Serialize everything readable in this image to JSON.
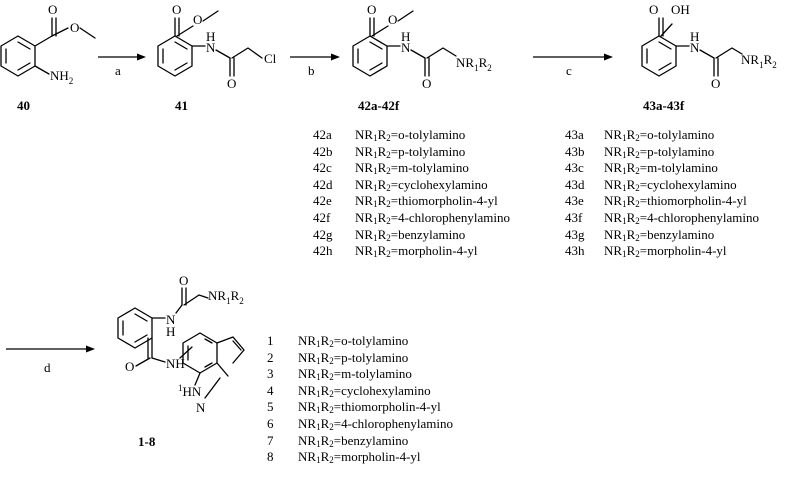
{
  "compounds": {
    "c40": "40",
    "c41": "41",
    "c42": "42a-42f",
    "c43": "43a-43f",
    "c1_8": "1-8"
  },
  "steps": {
    "a": "a",
    "b": "b",
    "c": "c",
    "d": "d"
  },
  "atoms": {
    "nh2": "NH",
    "nh2_sub": "2",
    "h": "H",
    "n": "N",
    "cl": "Cl",
    "oh": "OH",
    "hn": "HN",
    "nh": "NH",
    "hn_bottom": "1HN",
    "nr": "NR",
    "r": "R",
    "sub1": "1",
    "sub2": "2"
  },
  "tables": {
    "t42": [
      {
        "id": "42a",
        "sub": "o-tolylamino"
      },
      {
        "id": "42b",
        "sub": "p-tolylamino"
      },
      {
        "id": "42c",
        "sub": "m-tolylamino"
      },
      {
        "id": "42d",
        "sub": "cyclohexylamino"
      },
      {
        "id": "42e",
        "sub": "thiomorpholin-4-yl"
      },
      {
        "id": "42f",
        "sub": "4-chlorophenylamino"
      },
      {
        "id": "42g",
        "sub": "benzylamino"
      },
      {
        "id": "42h",
        "sub": "morpholin-4-yl"
      }
    ],
    "t43": [
      {
        "id": "43a",
        "sub": "o-tolylamino"
      },
      {
        "id": "43b",
        "sub": "p-tolylamino"
      },
      {
        "id": "43c",
        "sub": "m-tolylamino"
      },
      {
        "id": "43d",
        "sub": "cyclohexylamino"
      },
      {
        "id": "43e",
        "sub": "thiomorpholin-4-yl"
      },
      {
        "id": "43f",
        "sub": "4-chlorophenylamino"
      },
      {
        "id": "43g",
        "sub": "benzylamino"
      },
      {
        "id": "43h",
        "sub": "morpholin-4-yl"
      }
    ],
    "tfinal": [
      {
        "id": "1",
        "sub": "o-tolylamino"
      },
      {
        "id": "2",
        "sub": "p-tolylamino"
      },
      {
        "id": "3",
        "sub": "m-tolylamino"
      },
      {
        "id": "4",
        "sub": "cyclohexylamino"
      },
      {
        "id": "5",
        "sub": "thiomorpholin-4-yl"
      },
      {
        "id": "6",
        "sub": "4-chlorophenylamino"
      },
      {
        "id": "7",
        "sub": "benzylamino"
      },
      {
        "id": "8",
        "sub": "morpholin-4-yl"
      }
    ]
  },
  "formula": {
    "nr": "NR",
    "r": "R",
    "sub1": "1",
    "sub2": "2",
    "eq": "="
  }
}
